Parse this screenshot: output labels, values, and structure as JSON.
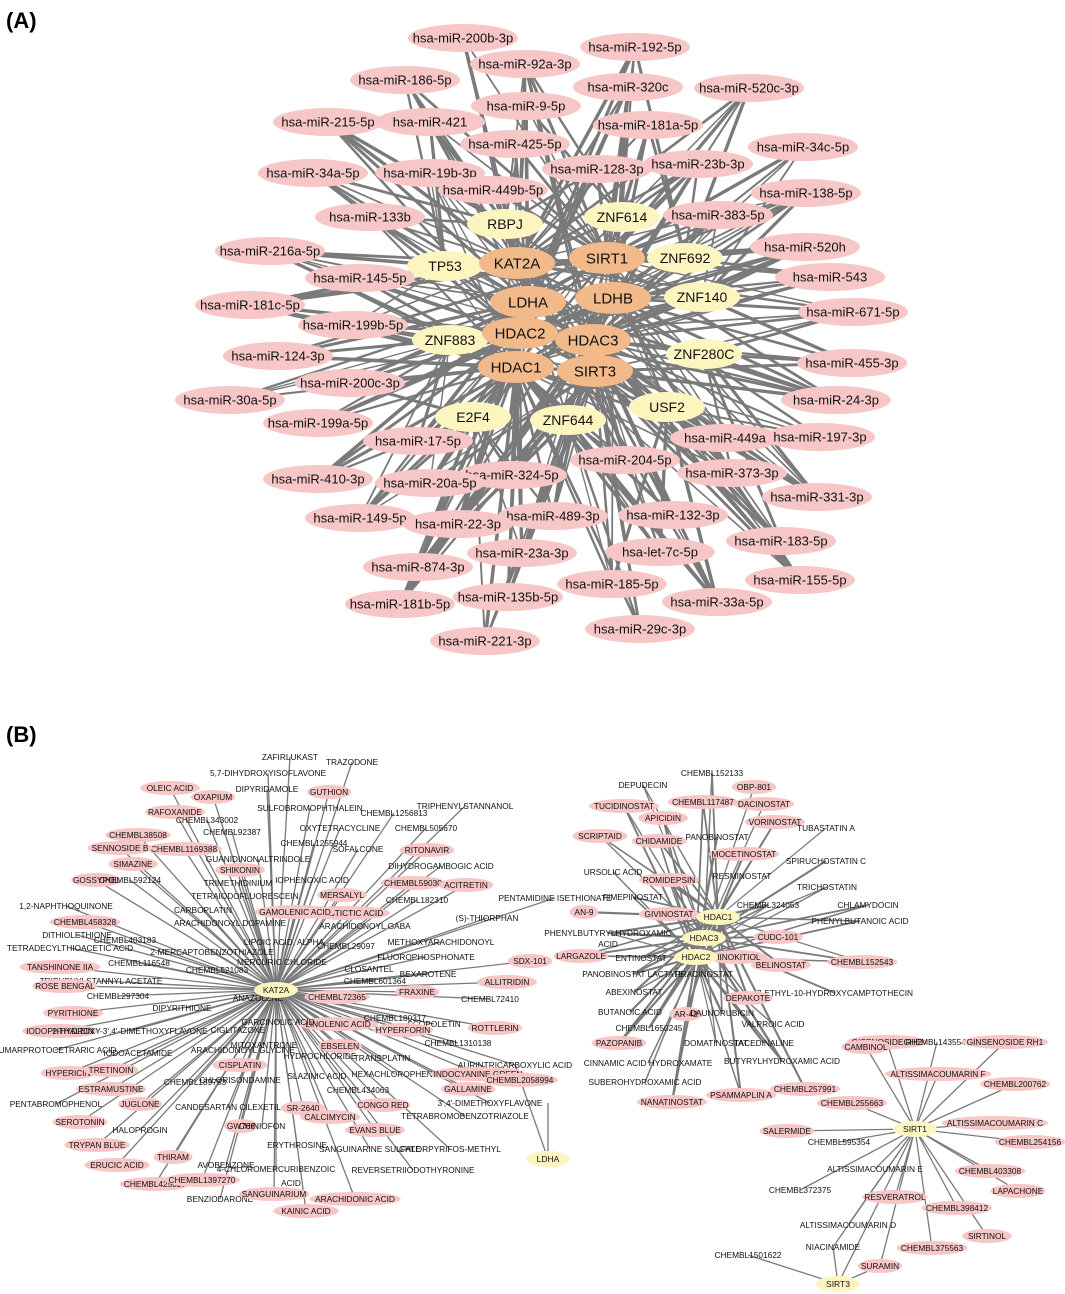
{
  "panels": [
    {
      "label": "(A)"
    },
    {
      "label": "(B)"
    }
  ],
  "colors": {
    "mirna": "#f7c6c6",
    "tf": "#fdf5c0",
    "target_gene": "#f2b98a",
    "edge": "#7a7a7a"
  },
  "networkA": {
    "genes": [
      "KAT2A",
      "SIRT1",
      "LDHA",
      "LDHB",
      "HDAC2",
      "HDAC3",
      "HDAC1",
      "SIRT3"
    ],
    "tfs": [
      "RBPJ",
      "ZNF614",
      "TP53",
      "ZNF692",
      "ZNF140",
      "ZNF883",
      "ZNF280C",
      "E2F4",
      "ZNF644",
      "USF2"
    ],
    "mirnas": [
      "hsa-miR-200b-3p",
      "hsa-miR-192-5p",
      "hsa-miR-92a-3p",
      "hsa-miR-186-5p",
      "hsa-miR-320c",
      "hsa-miR-520c-3p",
      "hsa-miR-9-5p",
      "hsa-miR-215-5p",
      "hsa-miR-421",
      "hsa-miR-181a-5p",
      "hsa-miR-425-5p",
      "hsa-miR-34c-5p",
      "hsa-miR-34a-5p",
      "hsa-miR-19b-3p",
      "hsa-miR-128-3p",
      "hsa-miR-23b-3p",
      "hsa-miR-449b-5p",
      "hsa-miR-138-5p",
      "hsa-miR-133b",
      "hsa-miR-383-5p",
      "hsa-miR-216a-5p",
      "hsa-miR-520h",
      "hsa-miR-145-5p",
      "hsa-miR-543",
      "hsa-miR-181c-5p",
      "hsa-miR-671-5p",
      "hsa-miR-199b-5p",
      "hsa-miR-124-3p",
      "hsa-miR-455-3p",
      "hsa-miR-200c-3p",
      "hsa-miR-30a-5p",
      "hsa-miR-24-3p",
      "hsa-miR-199a-5p",
      "hsa-miR-17-5p",
      "hsa-miR-449a",
      "hsa-miR-197-3p",
      "hsa-miR-204-5p",
      "hsa-miR-410-3p",
      "hsa-miR-324-5p",
      "hsa-miR-373-3p",
      "hsa-miR-20a-5p",
      "hsa-miR-331-3p",
      "hsa-miR-149-5p",
      "hsa-miR-489-3p",
      "hsa-miR-132-3p",
      "hsa-miR-22-3p",
      "hsa-miR-183-5p",
      "hsa-miR-23a-3p",
      "hsa-let-7c-5p",
      "hsa-miR-874-3p",
      "hsa-miR-155-5p",
      "hsa-miR-185-5p",
      "hsa-miR-181b-5p",
      "hsa-miR-135b-5p",
      "hsa-miR-33a-5p",
      "hsa-miR-29c-3p",
      "hsa-miR-221-3p"
    ]
  },
  "networkB": {
    "hubs": [
      "KAT2A",
      "HDAC1",
      "HDAC3",
      "HDAC2",
      "LDHA",
      "SIRT1",
      "SIRT3"
    ],
    "kat2a_drugs": [
      "ZAFIRLUKAST",
      "5,7-DIHYDROXYISOFLAVONE",
      "TRAZODONE",
      "OLEIC ACID",
      "DIPYRIDAMOLE",
      "GUTHION",
      "CHEMBL1256813",
      "OXAPIUM",
      "SULFOBROMOPHTHALEIN",
      "RAFOXANIDE",
      "TRIPHENYLSTANNANOL",
      "CHEMBL343002",
      "OXYTETRACYCLINE",
      "CHEMBL505670",
      "CHEMBL38508",
      "CHEMBL92387",
      "CHEMBL1255944",
      "RITONAVIR",
      "CHEMBL1169388",
      "SOFALCONE",
      "SENNOSIDE B",
      "GUANIDINONALTRINDOLE",
      "DIHYDROGAMBOGIC ACID",
      "SIMAZINE",
      "SHIKONIN",
      "IOPHENOXIC ACID",
      "CHEMBL59030",
      "ACITRETIN",
      "GOSSYPOL",
      "CHEMBL592124",
      "TRIMETHIDINIUM",
      "TETRAIODOFLUORESCEIN",
      "MERSALYL",
      "CHEMBL182310",
      "1,2-NAPHTHOQUINONE",
      "CARBOPLATIN",
      "NORSTICTIC ACID",
      "GAMOLENIC ACID",
      "PENTAMIDINE ISETHIONATE",
      "CHEMBL458328",
      "ARACHIDONOYL DOPAMINE",
      "(S)-THIORPHAN",
      "CHEMBL403183",
      "LIPOIC ACID, ALPHA",
      "ARACHIDONOYL GABA",
      "DITHIOLETHIONE",
      "2-MERCAPTOBENZOTHIAZOLE",
      "CHEMBL29097",
      "METHOXYARACHIDONOYL",
      "TETRADECYLTHIOACETIC ACID",
      "CHEMBL116548",
      "MERCURIC CHLORIDE",
      "FLUOROPHOSPHONATE",
      "SDX-101",
      "TANSHINONE IIA",
      "CHEMBL521083",
      "CLOSANTEL",
      "BEXAROTENE",
      "TRIPHENYLSTANNYL ACETATE",
      "CHEMBL601364",
      "ALLITRIDIN",
      "ROSE BENGAL",
      "CHEMBL297304",
      "FRAXINE",
      "ANAZOLENE",
      "CHEMBL72365",
      "CHEMBL72410",
      "PYRITHIONE",
      "DIPYRITHIONE",
      "LINOLENIC ACID",
      "CHEMBL180317",
      "SCOPOLETIN",
      "IODOPHTHALEIN",
      "2-HYDROXY-3',4'-DIMETHOXYFLAVONE",
      "CIGLITAZONE",
      "GARCINOLIC ACID",
      "HYPERFORIN",
      "ROTTLERIN",
      "FUMARPROTOCETRARIC ACID",
      "IODOACETAMIDE",
      "ARACHIDONOYL GLYCINE",
      "MITOXANTRONE",
      "EBSELEN",
      "CHEMBL1310138",
      "CISPLATIN",
      "HYDROCHLORIDE",
      "TRANSPLATIN",
      "AURINTRICARBOXYLIC ACID",
      "HYPERICIN",
      "TRETINOIN",
      "CHLORISONDAMINE",
      "HEXACHLOROPHENE",
      "INDOCYANINE GREEN",
      "ESTRAMUSTINE",
      "CHEMBL189753",
      "SLAZINIC ACID",
      "GALLAMINE",
      "CHEMBL2058994",
      "PENTABROMOPHENOL",
      "JUGLONE",
      "CANDESARTAN CILEXETIL",
      "CHEMBL434063",
      "CONGO RED",
      "3',4'-DIMETHOXYFLAVONE",
      "SEROTONIN",
      "SR-2640",
      "CALCIMYCIN",
      "TETRABROMOBENZOTRIAZOLE",
      "HALOPROGIN",
      "GW766",
      "CHINIOFON",
      "EVANS BLUE",
      "TRYPAN BLUE",
      "ERYTHROSINE",
      "SANGUINARINE SULFATE",
      "CHLORPYRIFOS-METHYL",
      "ERUCIC ACID",
      "THIRAM",
      "AVOBENZONE",
      "REVERSETRIIODOTHYRONINE",
      "CHEMBL425027",
      "CHEMBL1397270",
      "4-CHLOROMERCURIBENZOIC",
      "BENZIODARONE",
      "ACID",
      "SANGUINARIUM",
      "KAINIC ACID",
      "ARACHIDONIC ACID"
    ],
    "hdac_drugs": [
      "CHEMBL152133",
      "DEPUDECIN",
      "OBP-801",
      "CHEMBL117487",
      "TUCIDINOSTAT",
      "DACINOSTAT",
      "VORINOSTAT",
      "APICIDIN",
      "PANOBINOSTAT",
      "TUBASTATIN A",
      "SCRIPTAID",
      "CHIDAMIDE",
      "MOCETINOSTAT",
      "SPIRUCHOSTATIN C",
      "URSOLIC ACID",
      "ROMIDEPSIN",
      "RESMINOSTAT",
      "TRICHOSTATIN",
      "FIMEPINOSTAT",
      "CHEMBL324053",
      "CHLAMYDOCIN",
      "AN-9",
      "GIVINOSTAT",
      "PHENYLBUTANOIC ACID",
      "PHENYLBUTYRYLHYDROXAMIC",
      "CUDC-101",
      "ACID",
      "LARGAZOLE",
      "ENTINOSTAT",
      "HINOKITIOL",
      "BELINOSTAT",
      "CHEMBL152543",
      "PANOBINOSTAT LACTATE",
      "PRACINOSTAT",
      "7-ETHYL-10-HYDROXYCAMPTOTHECIN",
      "ABEXINOSTAT",
      "DEPAKOTE",
      "BUTANOIC ACID",
      "AR-42",
      "DAUNORUBICIN",
      "CHEMBL1650245",
      "VALPROIC ACID",
      "PAZOPANIB",
      "DOMATINOSTAT",
      "TACEDINALINE",
      "CINNAMIC ACID HYDROXAMATE",
      "BUTYRYLHYDROXAMIC ACID",
      "SUBEROHYDROXAMIC ACID",
      "CHEMBL257991",
      "NANATINOSTAT",
      "PSAMMAPLIN A"
    ],
    "sirt_drugs": [
      "GISENOSIDE RH2",
      "CHEMBL1435545",
      "GINSENOSIDE RH1",
      "CAMBINOL",
      "ALTISSIMACOUMARIN F",
      "CHEMBL200762",
      "CHEMBL255663",
      "ALTISSIMACOUMARIN C",
      "SALERMIDE",
      "CHEMBL595354",
      "CHEMBL254156",
      "CHEMBL403308",
      "ALTISSIMACOUMARIN E",
      "LAPACHONE",
      "CHEMBL372375",
      "RESVERATROL",
      "CHEMBL398412",
      "ALTISSIMACOUMARIN D",
      "SIRTINOL",
      "CHEMBL1501622",
      "NIACINAMIDE",
      "CHEMBL375563",
      "SURAMIN"
    ]
  }
}
